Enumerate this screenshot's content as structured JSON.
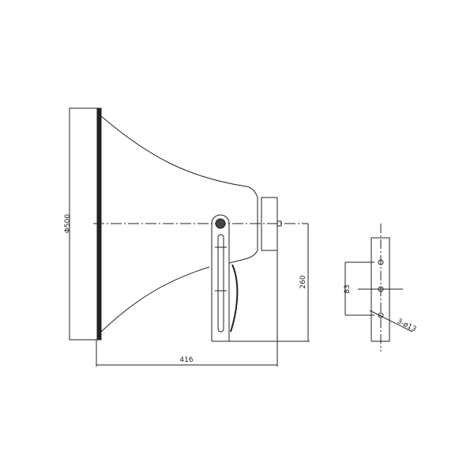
{
  "drawing": {
    "dimensions": {
      "diameter": "Φ500",
      "length": "416",
      "height": "260",
      "hole_spacing": "83",
      "holes": "3-ø13"
    },
    "colors": {
      "line": "#222222",
      "background": "#ffffff"
    }
  }
}
